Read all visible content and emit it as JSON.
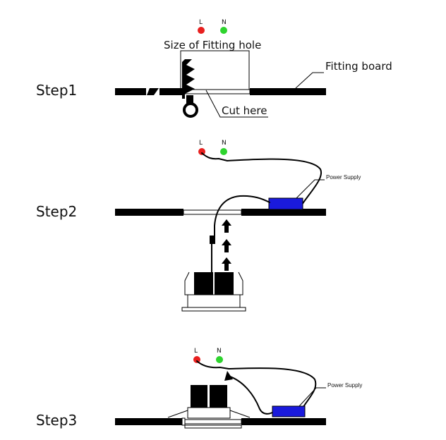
{
  "steps": [
    {
      "label": "Step1",
      "terminals": {
        "live": "L",
        "neutral": "N"
      },
      "annotations": {
        "hole_size": "Size of Fitting hole",
        "board": "Fitting board",
        "cut": "Cut here"
      }
    },
    {
      "label": "Step2",
      "terminals": {
        "live": "L",
        "neutral": "N"
      },
      "annotations": {
        "power_supply": "Power Supply"
      }
    },
    {
      "label": "Step3",
      "terminals": {
        "live": "L",
        "neutral": "N"
      },
      "annotations": {
        "power_supply": "Power Supply"
      }
    }
  ],
  "colors": {
    "live": "#e8201f",
    "neutral": "#2ed42e",
    "power_supply": "#1a1adc",
    "board": "#000000"
  }
}
